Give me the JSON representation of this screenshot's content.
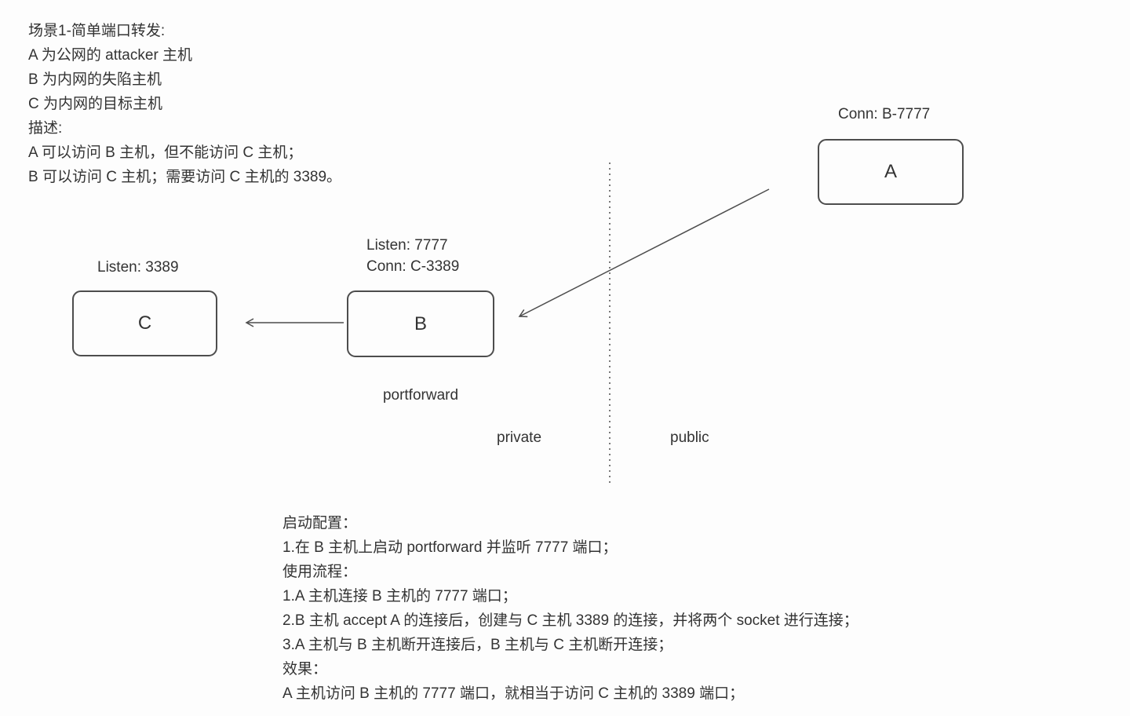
{
  "intro": {
    "lines": [
      "场景1-简单端口转发:",
      "A 为公网的 attacker 主机",
      "B 为内网的失陷主机",
      "C 为内网的目标主机",
      "描述:",
      "A 可以访问 B 主机，但不能访问 C 主机；",
      "B 可以访问 C 主机；需要访问 C 主机的 3389。"
    ]
  },
  "diagram": {
    "nodes": {
      "a": {
        "label": "A",
        "annotation": "Conn: B-7777"
      },
      "b": {
        "label": "B",
        "annotation_line1": "Listen: 7777",
        "annotation_line2": "Conn: C-3389",
        "caption": "portforward"
      },
      "c": {
        "label": "C",
        "annotation": "Listen: 3389"
      }
    },
    "zones": {
      "private": "private",
      "public": "public"
    }
  },
  "bottom": {
    "lines": [
      "启动配置：",
      "1.在 B 主机上启动 portforward 并监听 7777 端口；",
      "使用流程：",
      "1.A 主机连接 B 主机的 7777 端口；",
      "2.B 主机 accept A 的连接后，创建与 C 主机 3389 的连接，并将两个 socket 进行连接；",
      "3.A 主机与 B 主机断开连接后，B 主机与 C 主机断开连接；",
      "效果：",
      "A 主机访问 B 主机的 7777 端口，就相当于访问 C 主机的 3389 端口；"
    ]
  },
  "colors": {
    "stroke": "#4d4d4d",
    "text": "#333333",
    "background": "#fdfdfd"
  }
}
